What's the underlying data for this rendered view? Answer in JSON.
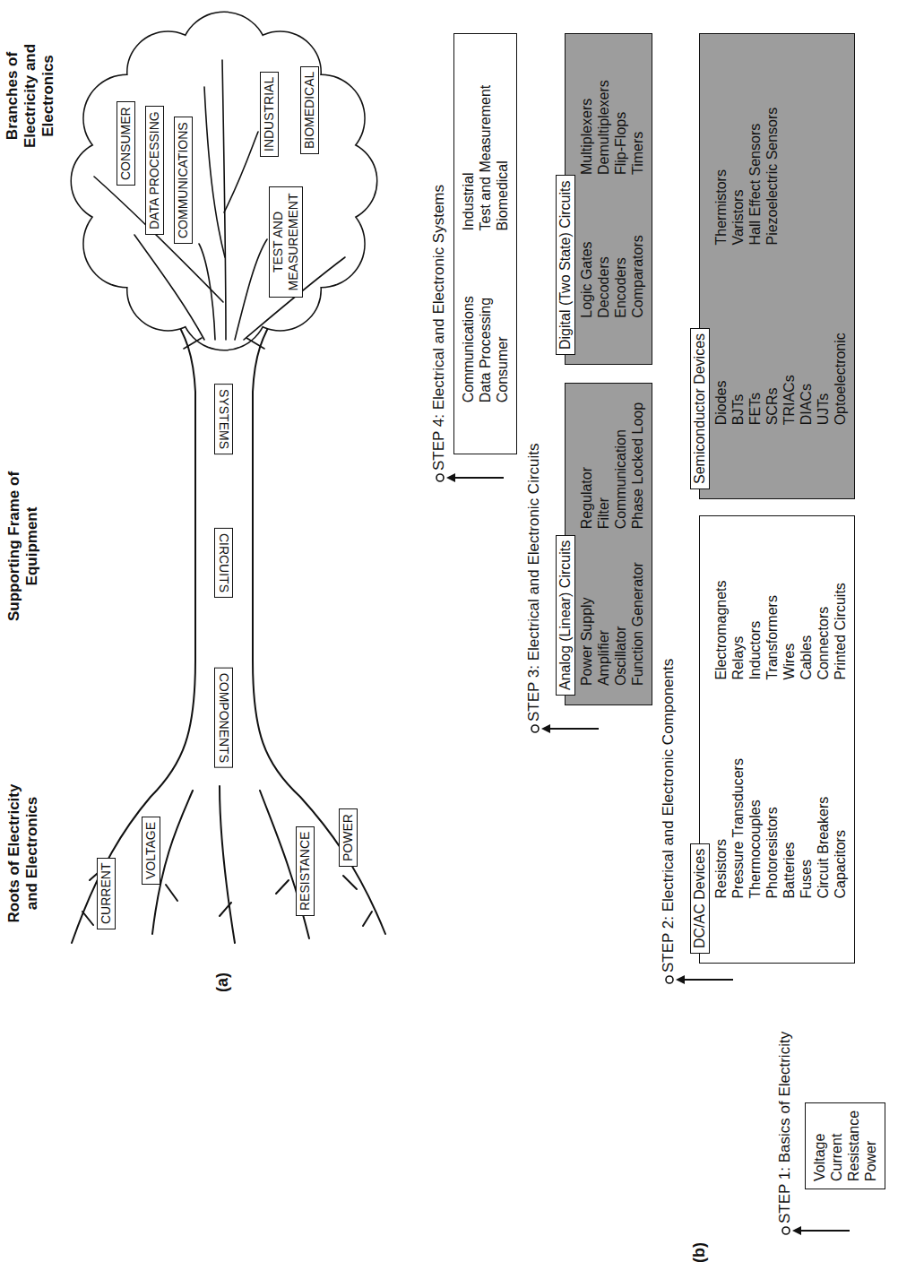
{
  "diagram": {
    "nodes": [
      {
        "text": [
          "CONSUMER"
        ]
      },
      {
        "text": [
          "DATA PROCESSING"
        ]
      },
      {
        "text": [
          "COMMUNICATIONS"
        ]
      },
      {
        "text": [
          "INDUSTRIAL"
        ]
      },
      {
        "text": [
          "TEST AND MEASUREMENT"
        ]
      },
      {
        "text": [
          "BIOMEDICAL"
        ]
      },
      {
        "text": [
          "SYSTEMS"
        ]
      },
      {
        "text": [
          "CIRCUITS"
        ]
      },
      {
        "text": [
          "COMPONENTS"
        ]
      },
      {
        "text": [
          "CURRENT"
        ]
      },
      {
        "text": [
          "VOLTAGE"
        ]
      },
      {
        "text": [
          "RESISTANCE"
        ]
      },
      {
        "text": [
          "POWER"
        ]
      },
      {
        "text": [
          "Communications",
          "Data Processing",
          "Consumer",
          "Industrial",
          "Test and Measurement",
          "Biomedical"
        ]
      },
      {
        "text": [
          "Analog (Linear) Circuits",
          "Power Supply",
          "Amplifier",
          "Oscillator",
          "Function Generator",
          "Regulator",
          "Filter",
          "Communication",
          "Phase Locked Loop"
        ]
      },
      {
        "text": [
          "Digital (Two State) Circuits",
          "Logic Gates",
          "Decoders",
          "Encoders",
          "Comparators",
          "Multiplexers",
          "Demultiplexers",
          "Flip-Flops",
          "Timers"
        ]
      },
      {
        "text": [
          "DC/AC Devices",
          "Resistors",
          "Pressure Transducers",
          "Thermocouples",
          "Photoresistors",
          "Batteries",
          "Fuses",
          "Circuit Breakers",
          "Capacitors",
          "Electromagnets",
          "Relays",
          "Inductors",
          "Transformers",
          "Wires",
          "Cables",
          "Connectors",
          "Printed Circuits"
        ]
      },
      {
        "text": [
          "Semiconductor Devices",
          "Diodes",
          "BJTs",
          "FETs",
          "SCRs",
          "TRIACs",
          "DIACs",
          "UJTs",
          "Optoelectronic",
          "Thermistors",
          "Varistors",
          "Hall Effect Sensors",
          "Piezoelectric Sensors"
        ]
      },
      {
        "text": [
          "Voltage",
          "Current",
          "Resistance",
          "Power"
        ]
      }
    ],
    "labels": [
      "Branches of Electricity and Electronics",
      "Supporting Frame of Equipment",
      "Roots of Electricity and Electronics",
      "(a)",
      "STEP 4: Electrical and Electronic Systems",
      "STEP 3: Electrical and Electronic Circuits",
      "STEP 2: Electrical and Electronic Components",
      "STEP 1: Basics of Electricity",
      "(b)"
    ]
  }
}
